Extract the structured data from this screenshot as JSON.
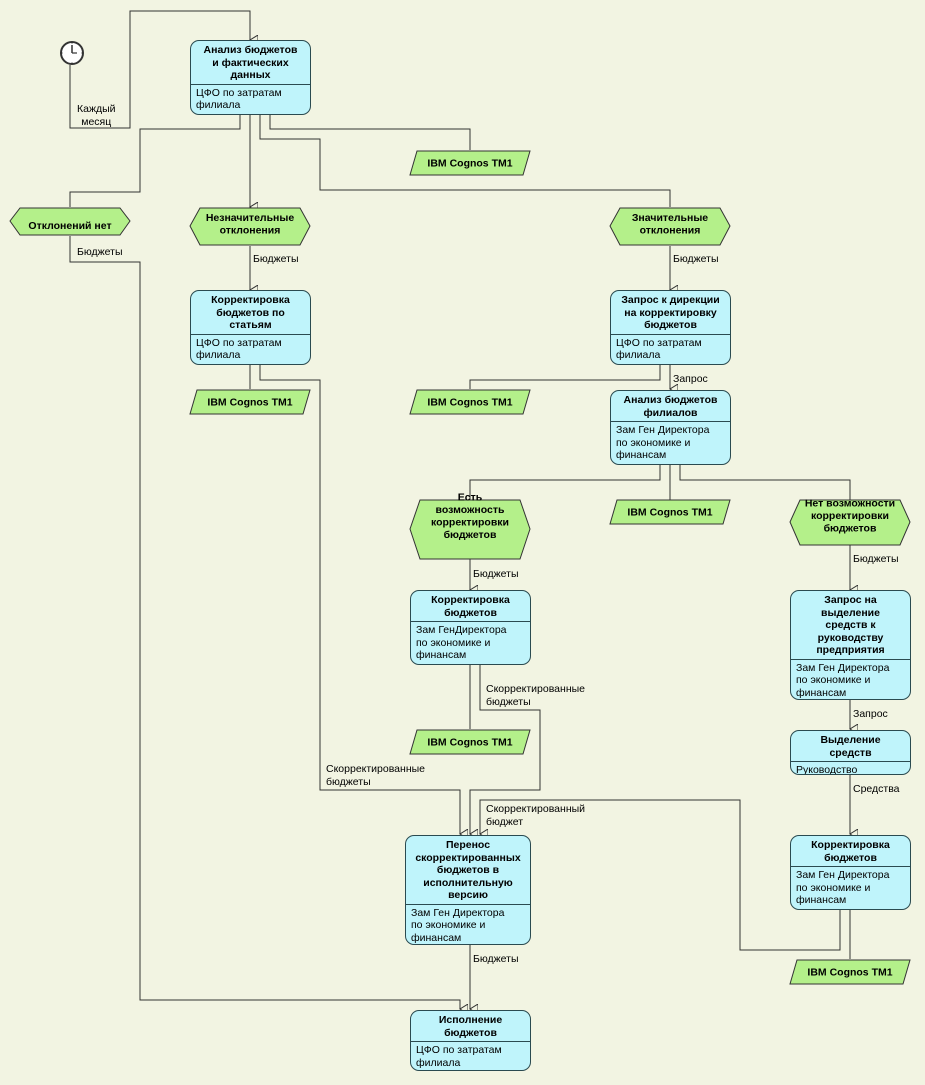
{
  "colors": {
    "background": "#f2f4e2",
    "task_fill": "#bff4fb",
    "event_fill": "#b4f08a",
    "line": "#333333"
  },
  "trigger": {
    "icon": "clock-icon",
    "label": [
      "Каждый",
      "месяц"
    ]
  },
  "tasks": {
    "analysis": {
      "title": [
        "Анализ бюджетов",
        "и фактических",
        "данных"
      ],
      "role": [
        "ЦФО по затратам",
        "филиала"
      ]
    },
    "corr_articles": {
      "title": [
        "Корректировка",
        "бюджетов по",
        "статьям"
      ],
      "role": [
        "ЦФО по затратам",
        "филиала"
      ]
    },
    "request_direction": {
      "title": [
        "Запрос к дирекции",
        "на корректировку",
        "бюджетов"
      ],
      "role": [
        "ЦФО по затратам",
        "филиала"
      ]
    },
    "analysis_branches": {
      "title": [
        "Анализ бюджетов",
        "филиалов"
      ],
      "role": [
        "Зам Ген Директора",
        "по экономике и",
        "финансам"
      ]
    },
    "corr_budgets_mid": {
      "title": [
        "Корректировка",
        "бюджетов"
      ],
      "role": [
        "Зам ГенДиректора",
        "по экономике и",
        "финансам"
      ]
    },
    "request_funds": {
      "title": [
        "Запрос на",
        "выделение",
        "средств к",
        "руководству",
        "предприятия"
      ],
      "role": [
        "Зам Ген Директора",
        "по экономике и",
        "финансам"
      ]
    },
    "allocation": {
      "title": [
        "Выделение",
        "средств"
      ],
      "role": [
        "Руководство"
      ]
    },
    "corr_budgets_right": {
      "title": [
        "Корректировка",
        "бюджетов"
      ],
      "role": [
        "Зам Ген Директора",
        "по экономике и",
        "финансам"
      ]
    },
    "transfer": {
      "title": [
        "Перенос",
        "скорректированных",
        "бюджетов в",
        "исполнительную",
        "версию"
      ],
      "role": [
        "Зам Ген Директора",
        "по экономике и",
        "финансам"
      ]
    },
    "execution": {
      "title": [
        "Исполнение",
        "бюджетов"
      ],
      "role": [
        "ЦФО по затратам",
        "филиала"
      ]
    }
  },
  "events": {
    "no_deviations": [
      "Отклонений нет"
    ],
    "minor_deviations": [
      "Незначительные",
      "отклонения"
    ],
    "major_deviations": [
      "Значительные",
      "отклонения"
    ],
    "can_correct": [
      "Есть",
      "возможность",
      "корректировки",
      "бюджетов"
    ],
    "cannot_correct": [
      "Нет возможности",
      "корректировки",
      "бюджетов"
    ]
  },
  "systems": {
    "cognos": "IBM Cognos TM1"
  },
  "flow_labels": {
    "budgets": "Бюджеты",
    "request": "Запрос",
    "funds": "Средства",
    "corrected_budgets": [
      "Скорректированные",
      "бюджеты"
    ],
    "corrected_budget": [
      "Скорректированный",
      "бюджет"
    ]
  }
}
